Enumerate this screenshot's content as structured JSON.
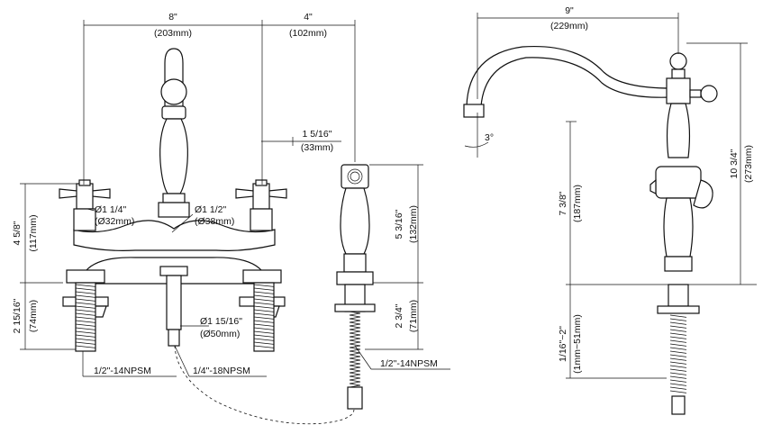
{
  "dimensions": {
    "spread": {
      "in": "8\"",
      "mm": "(203mm)"
    },
    "sprayer_offset": {
      "in": "4\"",
      "mm": "(102mm)"
    },
    "spout_reach": {
      "in": "9\"",
      "mm": "(229mm)"
    },
    "handle_base_dia": {
      "in": "Ø1 1/4\"",
      "mm": "(Ø32mm)"
    },
    "spout_base_dia": {
      "in": "Ø1 1/2\"",
      "mm": "(Ø38mm)"
    },
    "sprayer_dia": {
      "in": "1 5/16\"",
      "mm": "(33mm)"
    },
    "handle_height": {
      "in": "4 5/8\"",
      "mm": "(117mm)"
    },
    "shank_length": {
      "in": "2 15/16\"",
      "mm": "(74mm)"
    },
    "sprayer_height": {
      "in": "5 3/16\"",
      "mm": "(132mm)"
    },
    "sprayer_shank": {
      "in": "2 3/4\"",
      "mm": "(71mm)"
    },
    "bridge_dia": {
      "in": "Ø1 15/16\"",
      "mm": "(Ø50mm)"
    },
    "spout_height": {
      "in": "7 3/8\"",
      "mm": "(187mm)"
    },
    "overall_height": {
      "in": "10 3/4\"",
      "mm": "(273mm)"
    },
    "deck_thickness": {
      "in": "1/16\"~2\"",
      "mm": "(1mm~51mm)"
    },
    "spout_angle": "3°"
  },
  "threads": {
    "supply_left": "1/2\"-14NPSM",
    "outlet": "1/4\"-18NPSM",
    "supply_sprayer": "1/2\"-14NPSM"
  }
}
